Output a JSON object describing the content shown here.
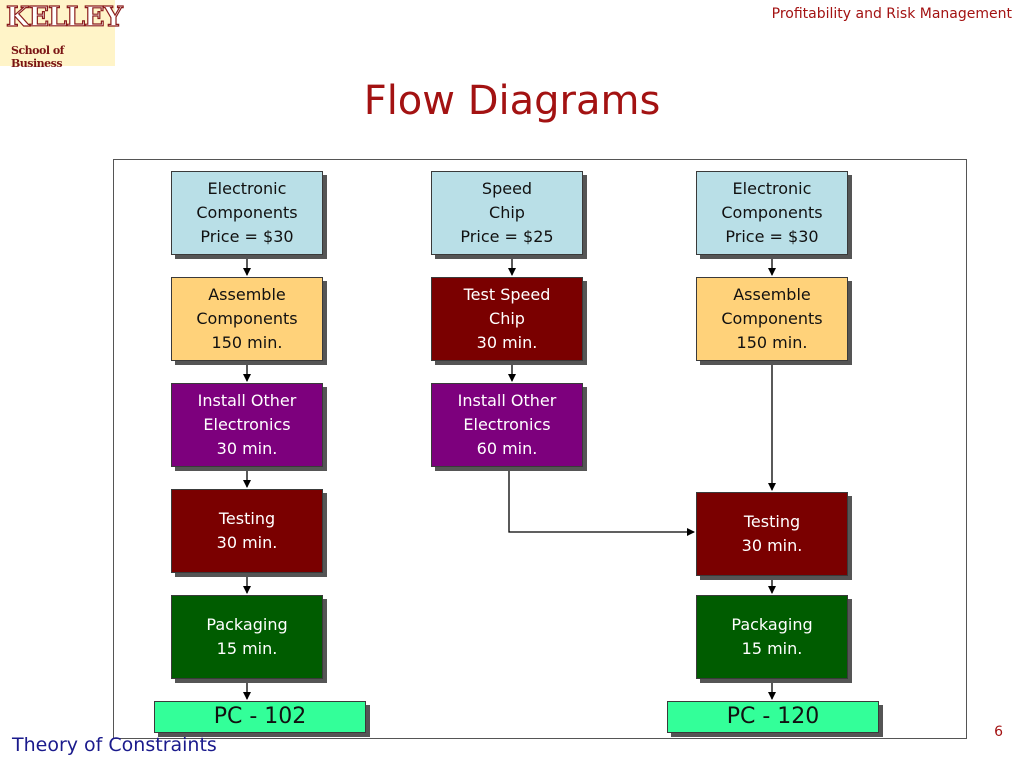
{
  "header": {
    "logo_main": "KELLEY",
    "logo_sub": "School of Business",
    "course": "Profitability and Risk Management"
  },
  "title": "Flow Diagrams",
  "footer": {
    "left": "Theory of Constraints",
    "page_number": "6"
  },
  "colors": {
    "title": "#a31212",
    "input": "#b9dfe7",
    "assemble": "#ffd27a",
    "red_step": "#7a0000",
    "install": "#7d007d",
    "packaging": "#005c00",
    "product": "#33ff99"
  },
  "flows": {
    "left": {
      "input": "Electronic\nComponents\nPrice = $30",
      "assemble": "Assemble\nComponents\n150 min.",
      "install": "Install Other\nElectronics\n30 min.",
      "testing": "Testing\n30 min.",
      "packaging": "Packaging\n15 min.",
      "product": "PC - 102"
    },
    "middle": {
      "input": "Speed\nChip\nPrice = $25",
      "test": "Test Speed\nChip\n30 min.",
      "install": "Install Other\nElectronics\n60 min."
    },
    "right": {
      "input": "Electronic\nComponents\nPrice = $30",
      "assemble": "Assemble\nComponents\n150 min.",
      "testing": "Testing\n30 min.",
      "packaging": "Packaging\n15 min.",
      "product": "PC - 120"
    }
  }
}
